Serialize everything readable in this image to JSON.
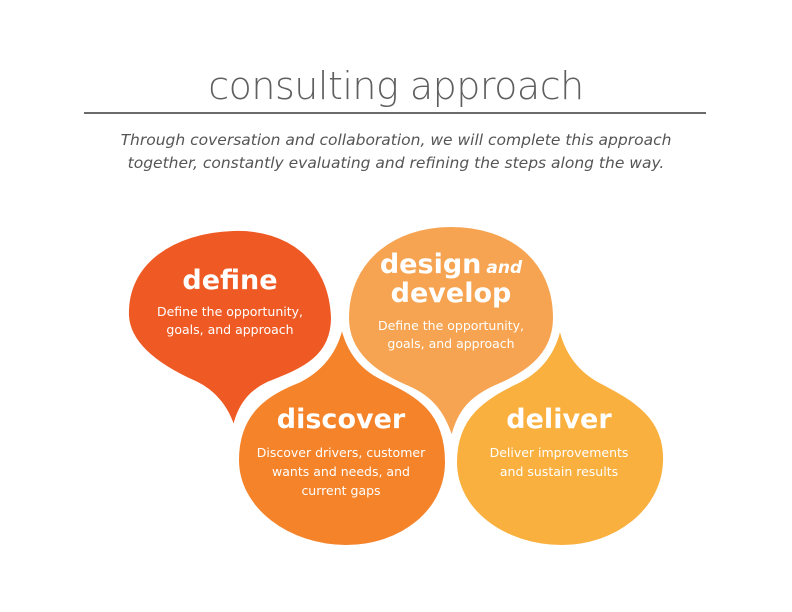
{
  "title": "consulting approach",
  "intro": {
    "line1": "Through coversation and collaboration, we will complete this approach",
    "line2": "together, constantly evaluating and refining the steps along the way."
  },
  "colors": {
    "define": "#ef5a24",
    "discover": "#f5832a",
    "design": "#f6a452",
    "deliver": "#f9b03f",
    "title": "#5f5f5f"
  },
  "steps": {
    "define": {
      "title": "define",
      "line1": "Define the opportunity,",
      "line2": "goals, and approach"
    },
    "design": {
      "title_main": "design",
      "title_and": "and",
      "title_line2": "develop",
      "line1": "Define the opportunity,",
      "line2": "goals, and approach"
    },
    "discover": {
      "title": "discover",
      "line1": "Discover drivers, customer",
      "line2": "wants and needs, and",
      "line3": "current gaps"
    },
    "deliver": {
      "title": "deliver",
      "line1": "Deliver improvements",
      "line2": "and sustain results"
    }
  }
}
